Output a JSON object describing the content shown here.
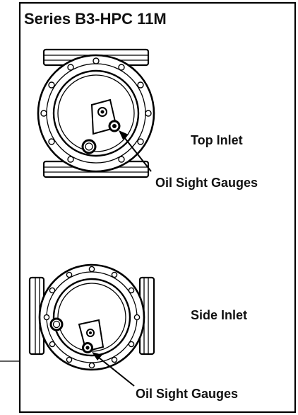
{
  "figure": {
    "title": "Series B3-HPC 11M",
    "views": [
      {
        "label": "Top Inlet",
        "callout": "Oil Sight Gauges"
      },
      {
        "label": "Side Inlet",
        "callout": "Oil Sight Gauges"
      }
    ]
  },
  "colors": {
    "line": "#000000",
    "background": "#ffffff"
  }
}
